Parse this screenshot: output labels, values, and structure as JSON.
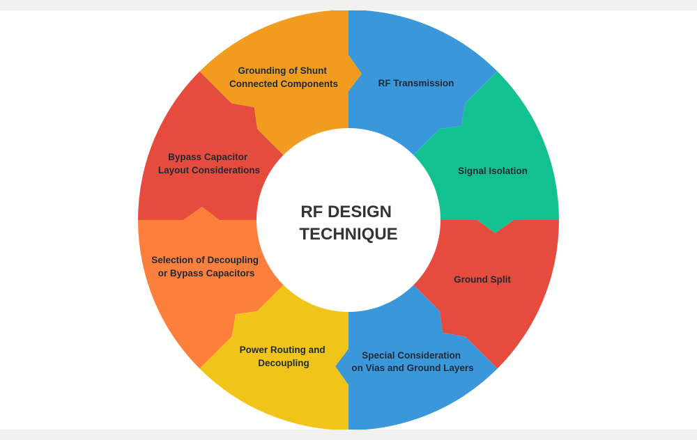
{
  "center": {
    "line1": "RF DESIGN",
    "line2": "TECHNIQUE"
  },
  "colors": {
    "page_bg": "#f1f1f1",
    "panel_bg": "#ffffff",
    "blue": "#3a97d9",
    "teal": "#13c08f",
    "red": "#e64c3e",
    "yellow": "#f0c419",
    "orange": "#fd7f3c",
    "amber": "#f29c1f"
  },
  "segments": [
    {
      "key": "grounding",
      "lines": [
        "Grounding of Shunt",
        "Connected Components"
      ],
      "color": "#3a97d9"
    },
    {
      "key": "transmission",
      "lines": [
        "RF Transmission"
      ],
      "color": "#13c08f"
    },
    {
      "key": "isolation",
      "lines": [
        "Signal Isolation"
      ],
      "color": "#e64c3e"
    },
    {
      "key": "ground-split",
      "lines": [
        "Ground Split"
      ],
      "color": "#3a97d9"
    },
    {
      "key": "vias",
      "lines": [
        "Special Consideration",
        "on Vias and Ground Layers"
      ],
      "color": "#f0c419"
    },
    {
      "key": "power",
      "lines": [
        "Power Routing and",
        "Decoupling"
      ],
      "color": "#fd7f3c"
    },
    {
      "key": "decoupling",
      "lines": [
        "Selection of Decoupling",
        "or Bypass Capacitors"
      ],
      "color": "#e64c3e"
    },
    {
      "key": "bypass",
      "lines": [
        "Bypass Capacitor",
        "Layout Considerations"
      ],
      "color": "#f29c1f"
    }
  ]
}
